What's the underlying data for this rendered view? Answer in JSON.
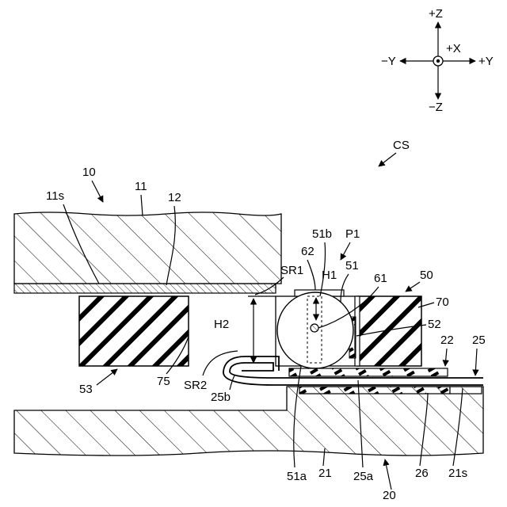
{
  "axes": {
    "plus_z": "+Z",
    "minus_z": "−Z",
    "plus_y": "+Y",
    "minus_y": "−Y",
    "plus_x": "+X"
  },
  "labels": {
    "cs": "CS",
    "n10": "10",
    "n11": "11",
    "n11s": "11s",
    "n12": "12",
    "sr1": "SR1",
    "n62": "62",
    "n51b": "51b",
    "p1": "P1",
    "n51": "51",
    "h1": "H1",
    "n61": "61",
    "n50": "50",
    "n70": "70",
    "n52": "52",
    "h2": "H2",
    "n22": "22",
    "n25": "25",
    "n53": "53",
    "n75": "75",
    "sr2": "SR2",
    "n25b": "25b",
    "n51a": "51a",
    "n21": "21",
    "n25a": "25a",
    "n26": "26",
    "n21s": "21s",
    "n20": "20"
  }
}
